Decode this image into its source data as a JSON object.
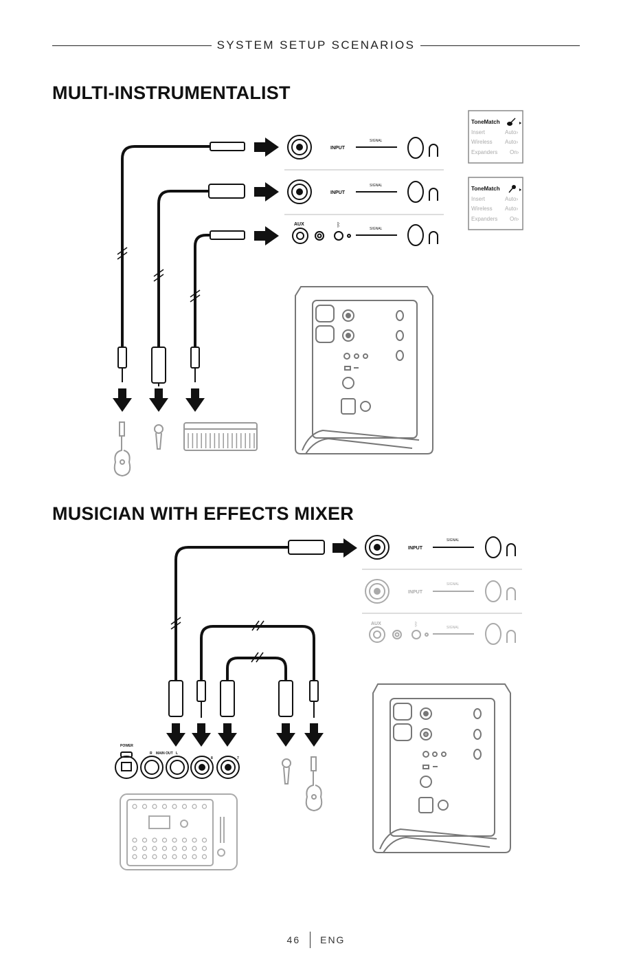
{
  "header": {
    "title": "SYSTEM SETUP SCENARIOS"
  },
  "sections": {
    "multi": {
      "title": "MULTI-INSTRUMENTALIST"
    },
    "mixer": {
      "title": "MUSICIAN WITH EFFECTS MIXER"
    }
  },
  "channel_labels": {
    "input": "INPUT",
    "signal": "SIGNAL",
    "aux": "AUX"
  },
  "tonematch_menus": [
    {
      "title": "ToneMatch",
      "icon": "guitar-icon",
      "rows": [
        {
          "name": "Insert",
          "value": "Auto"
        },
        {
          "name": "Wireless",
          "value": "Auto"
        },
        {
          "name": "Expanders",
          "value": "On"
        }
      ]
    },
    {
      "title": "ToneMatch",
      "icon": "microphone-icon",
      "rows": [
        {
          "name": "Insert",
          "value": "Auto"
        },
        {
          "name": "Wireless",
          "value": "Auto"
        },
        {
          "name": "Expanders",
          "value": "On"
        }
      ]
    }
  ],
  "mixer_panel": {
    "power": "POWER",
    "r": "R",
    "main_out": "MAIN OUT",
    "l": "L",
    "ch8": "8",
    "ch7": "7"
  },
  "footer": {
    "page": "46",
    "lang": "ENG"
  }
}
